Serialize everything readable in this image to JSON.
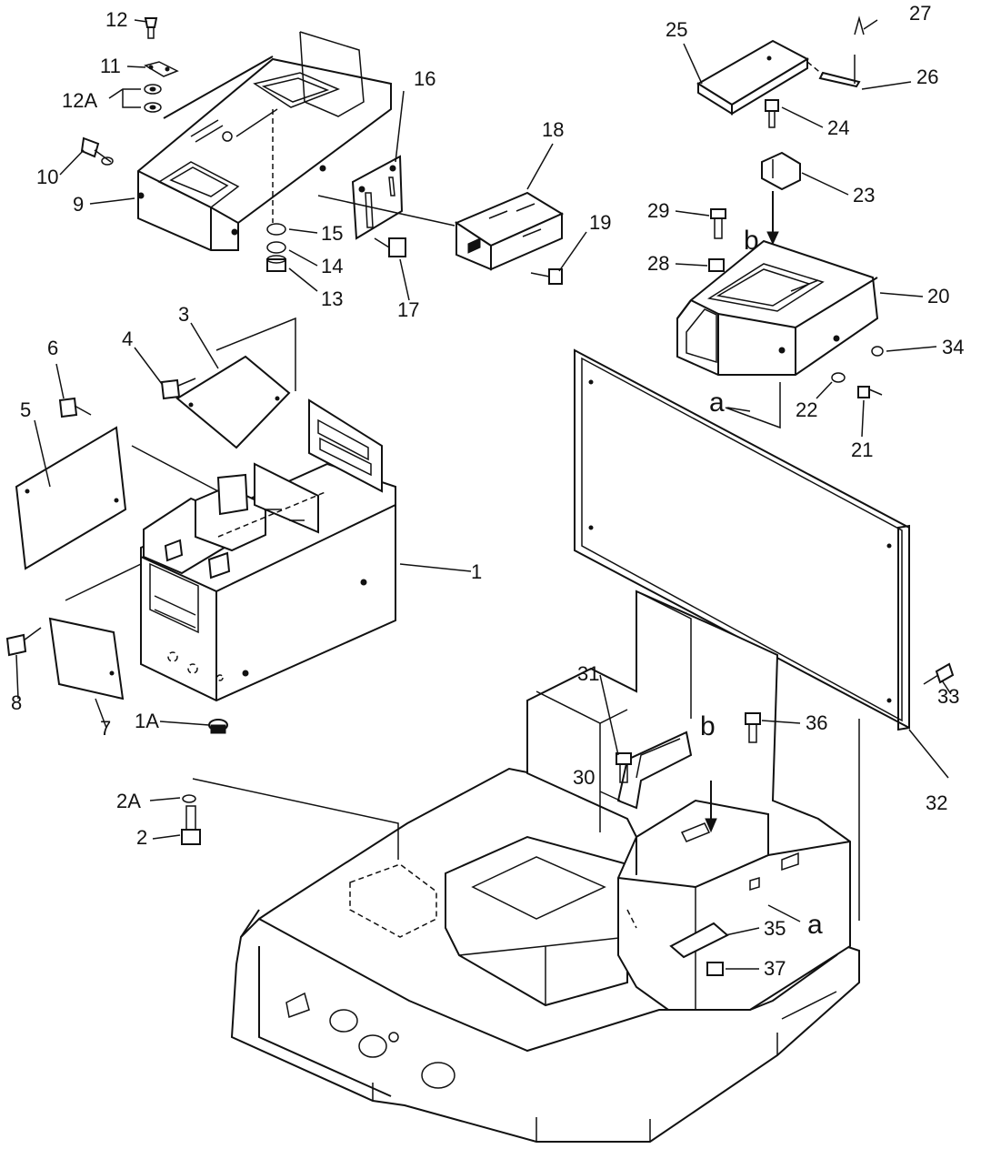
{
  "diagram": {
    "callouts": [
      {
        "id": "c1",
        "label": "1"
      },
      {
        "id": "c1a",
        "label": "1A"
      },
      {
        "id": "c2",
        "label": "2"
      },
      {
        "id": "c2a",
        "label": "2A"
      },
      {
        "id": "c3",
        "label": "3"
      },
      {
        "id": "c4",
        "label": "4"
      },
      {
        "id": "c5",
        "label": "5"
      },
      {
        "id": "c6",
        "label": "6"
      },
      {
        "id": "c7",
        "label": "7"
      },
      {
        "id": "c8",
        "label": "8"
      },
      {
        "id": "c9",
        "label": "9"
      },
      {
        "id": "c10",
        "label": "10"
      },
      {
        "id": "c11",
        "label": "11"
      },
      {
        "id": "c12",
        "label": "12"
      },
      {
        "id": "c12a",
        "label": "12A"
      },
      {
        "id": "c13",
        "label": "13"
      },
      {
        "id": "c14",
        "label": "14"
      },
      {
        "id": "c15",
        "label": "15"
      },
      {
        "id": "c16",
        "label": "16"
      },
      {
        "id": "c17",
        "label": "17"
      },
      {
        "id": "c18",
        "label": "18"
      },
      {
        "id": "c19",
        "label": "19"
      },
      {
        "id": "c20",
        "label": "20"
      },
      {
        "id": "c21",
        "label": "21"
      },
      {
        "id": "c22",
        "label": "22"
      },
      {
        "id": "c23",
        "label": "23"
      },
      {
        "id": "c24",
        "label": "24"
      },
      {
        "id": "c25",
        "label": "25"
      },
      {
        "id": "c26",
        "label": "26"
      },
      {
        "id": "c27",
        "label": "27"
      },
      {
        "id": "c28",
        "label": "28"
      },
      {
        "id": "c29",
        "label": "29"
      },
      {
        "id": "c30",
        "label": "30"
      },
      {
        "id": "c31",
        "label": "31"
      },
      {
        "id": "c32",
        "label": "32"
      },
      {
        "id": "c33",
        "label": "33"
      },
      {
        "id": "c34",
        "label": "34"
      },
      {
        "id": "c35",
        "label": "35"
      },
      {
        "id": "c36",
        "label": "36"
      },
      {
        "id": "c37",
        "label": "37"
      }
    ],
    "view_markers": [
      {
        "id": "m_b_top",
        "label": "b"
      },
      {
        "id": "m_a_top",
        "label": "a"
      },
      {
        "id": "m_b_bottom",
        "label": "b"
      },
      {
        "id": "m_a_bottom",
        "label": "a"
      }
    ]
  }
}
